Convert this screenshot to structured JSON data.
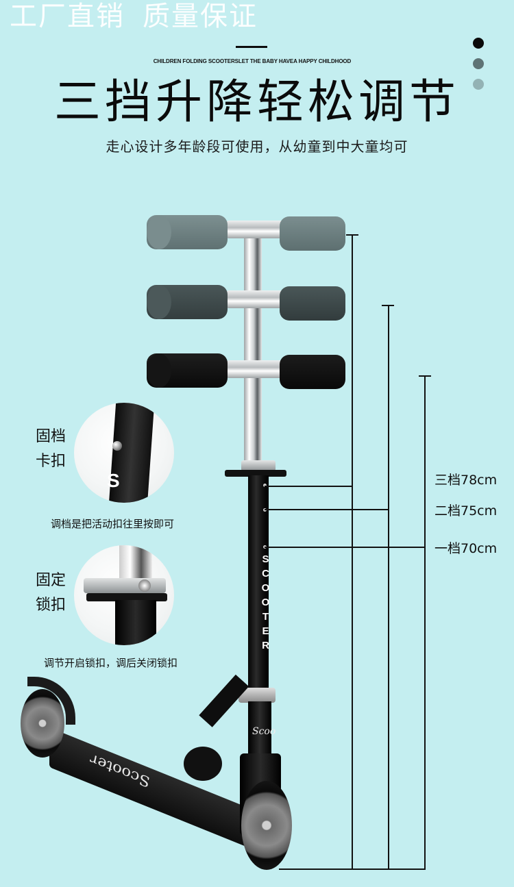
{
  "banner": {
    "left": "工厂直销",
    "right": "质量保证"
  },
  "header": {
    "tagline_en": "CHILDREN FOLDING SCOOTERSLET THE BABY HAVEA HAPPY CHILDHOOD",
    "title": "三挡升降轻松调节",
    "subtitle": "走心设计多年龄段可使用，从幼童到中大童均可"
  },
  "page_dots": [
    {
      "color": "#0a0a0a",
      "active": true
    },
    {
      "color": "#5e7375",
      "active": false
    },
    {
      "color": "#93b2b4",
      "active": false
    }
  ],
  "colors": {
    "background": "#c4eef0",
    "text": "#111111",
    "banner_text": "#ffffff",
    "grip_high": "#6f8283",
    "grip_mid": "#3f4b4c",
    "grip_low": "#121212"
  },
  "product": {
    "stem_text": "SCOOTER",
    "deck_text": "Scooter",
    "neck_text": "Scoo"
  },
  "height_levels": [
    {
      "gear": "三档",
      "height": "78cm",
      "label": "三档78cm"
    },
    {
      "gear": "二档",
      "height": "75cm",
      "label": "二档75cm"
    },
    {
      "gear": "一档",
      "height": "70cm",
      "label": "一档70cm"
    }
  ],
  "insets": [
    {
      "label_line1": "固档",
      "label_line2": "卡扣",
      "caption": "调档是把活动扣往里按即可",
      "part_letter": "S"
    },
    {
      "label_line1": "固定",
      "label_line2": "锁扣",
      "caption": "调节开启锁扣，调后关闭锁扣"
    }
  ]
}
